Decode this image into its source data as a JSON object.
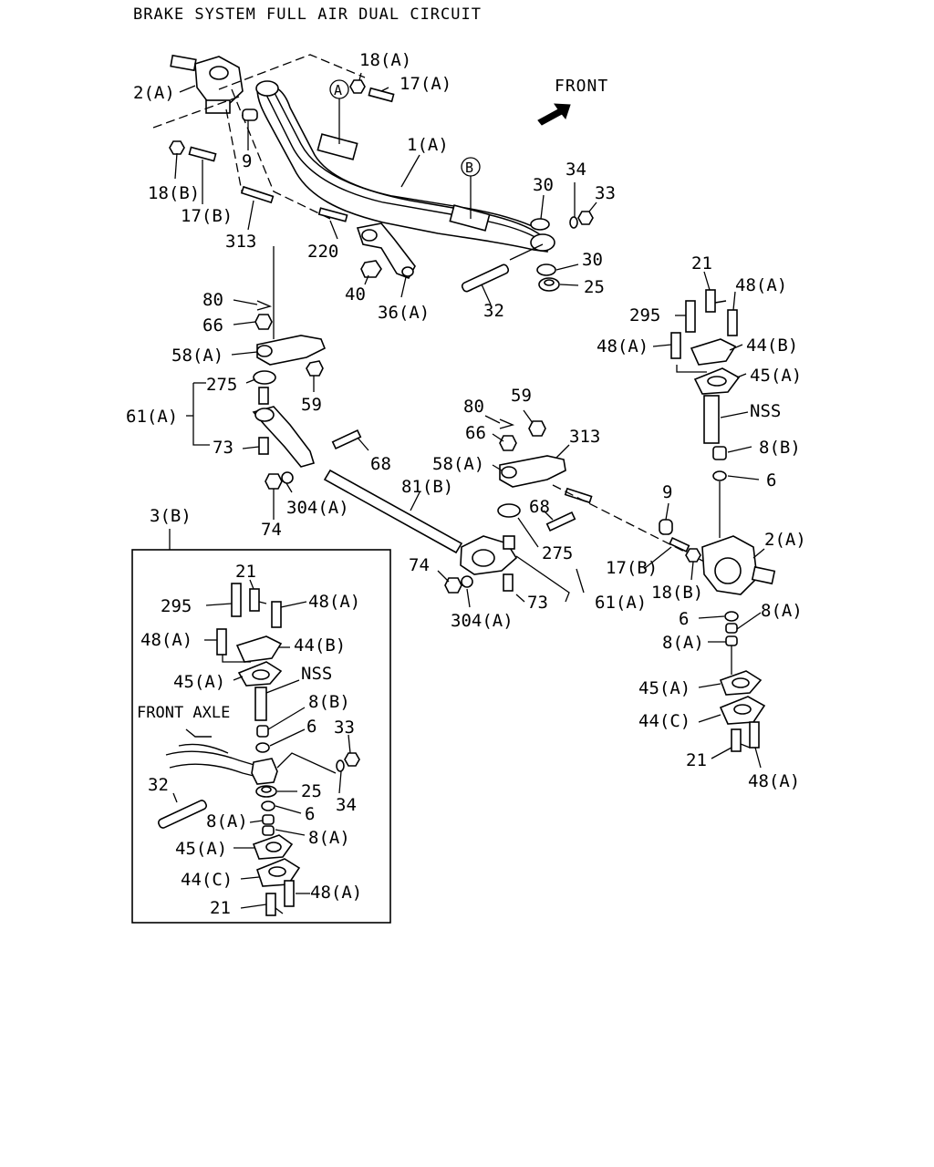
{
  "title": "BRAKE SYSTEM FULL AIR DUAL CIRCUIT",
  "front_label": "FRONT",
  "inset_title": "3(B)",
  "inset_axle_label": "FRONT  AXLE",
  "markers": {
    "a": "A",
    "b": "B"
  },
  "labels": {
    "l_18a_top": "18(A)",
    "l_17a_top": "17(A)",
    "l_2a_top": "2(A)",
    "l_1a": "1(A)",
    "l_9_top": "9",
    "l_18b_top": "18(B)",
    "l_17b_top": "17(B)",
    "l_313_left": "313",
    "l_220": "220",
    "l_40": "40",
    "l_36a": "36(A)",
    "l_30_top": "30",
    "l_34_top": "34",
    "l_33_top": "33",
    "l_30_mid": "30",
    "l_25_top": "25",
    "l_32_top": "32",
    "l_80_left": "80",
    "l_66_left": "66",
    "l_58a_left": "58(A)",
    "l_275_left": "275",
    "l_59_left": "59",
    "l_61a_left": "61(A)",
    "l_73_left": "73",
    "l_68_left": "68",
    "l_304a_left": "304(A)",
    "l_74_left": "74",
    "l_81b": "81(B)",
    "l_80_mid": "80",
    "l_59_mid": "59",
    "l_66_mid": "66",
    "l_313_mid": "313",
    "l_58a_mid": "58(A)",
    "l_68_mid": "68",
    "l_275_mid": "275",
    "l_74_mid": "74",
    "l_73_mid": "73",
    "l_61a_mid": "61(A)",
    "l_304a_mid": "304(A)",
    "l_21_r1": "21",
    "l_48a_r1": "48(A)",
    "l_295_r": "295",
    "l_48a_r2": "48(A)",
    "l_44b_r": "44(B)",
    "l_45a_r1": "45(A)",
    "l_nss_r": "NSS",
    "l_8b_r": "8(B)",
    "l_6_r1": "6",
    "l_9_r": "9",
    "l_2a_r": "2(A)",
    "l_17b_r": "17(B)",
    "l_18b_r": "18(B)",
    "l_6_r2": "6",
    "l_8a_r1": "8(A)",
    "l_8a_r2": "8(A)",
    "l_45a_r2": "45(A)",
    "l_44c_r": "44(C)",
    "l_21_r2": "21",
    "l_48a_r3": "48(A)",
    "i_21_top": "21",
    "i_295": "295",
    "i_48a_1": "48(A)",
    "i_48a_2": "48(A)",
    "i_44b": "44(B)",
    "i_45a_1": "45(A)",
    "i_nss": "NSS",
    "i_8b": "8(B)",
    "i_6_1": "6",
    "i_33": "33",
    "i_32": "32",
    "i_25": "25",
    "i_34": "34",
    "i_6_2": "6",
    "i_8a_1": "8(A)",
    "i_8a_2": "8(A)",
    "i_45a_2": "45(A)",
    "i_44c": "44(C)",
    "i_48a_3": "48(A)",
    "i_21_bot": "21"
  }
}
